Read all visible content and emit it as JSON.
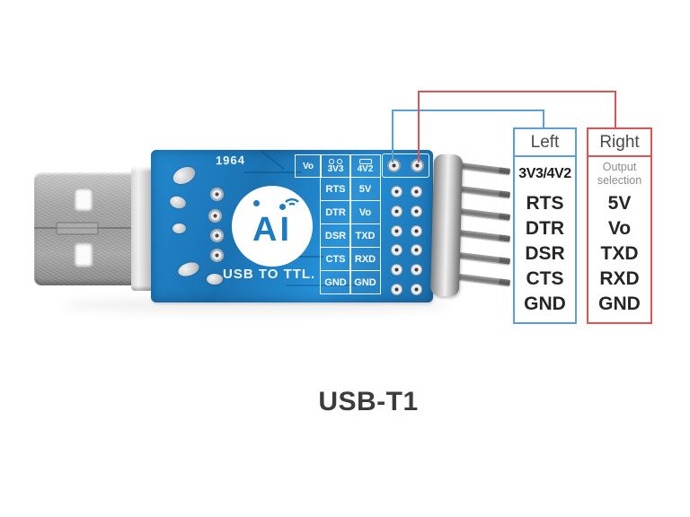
{
  "colors": {
    "left_box_accent": "#5a9fd8",
    "right_box_accent": "#dc5454",
    "pcb_blue": "#1e7ec4"
  },
  "photo": {
    "pcb": {
      "year_mark": "1964",
      "logo_text": "AI",
      "board_label": "USB TO TTL.",
      "jumper_table": {
        "header": [
          "Vo",
          "3V3",
          "4V2"
        ],
        "rows": [
          [
            "RTS",
            "5V"
          ],
          [
            "DTR",
            "Vo"
          ],
          [
            "DSR",
            "TXD"
          ],
          [
            "CTS",
            "RXD"
          ],
          [
            "GND",
            "GND"
          ]
        ]
      }
    }
  },
  "annotations": {
    "left_column": {
      "title": "Left",
      "header": "3V3/4V2",
      "pins": [
        "RTS",
        "DTR",
        "DSR",
        "CTS",
        "GND"
      ]
    },
    "right_column": {
      "title": "Right",
      "header_line1": "Output",
      "header_line2": "selection",
      "pins": [
        "5V",
        "Vo",
        "TXD",
        "RXD",
        "GND"
      ]
    }
  },
  "caption": "USB-T1"
}
